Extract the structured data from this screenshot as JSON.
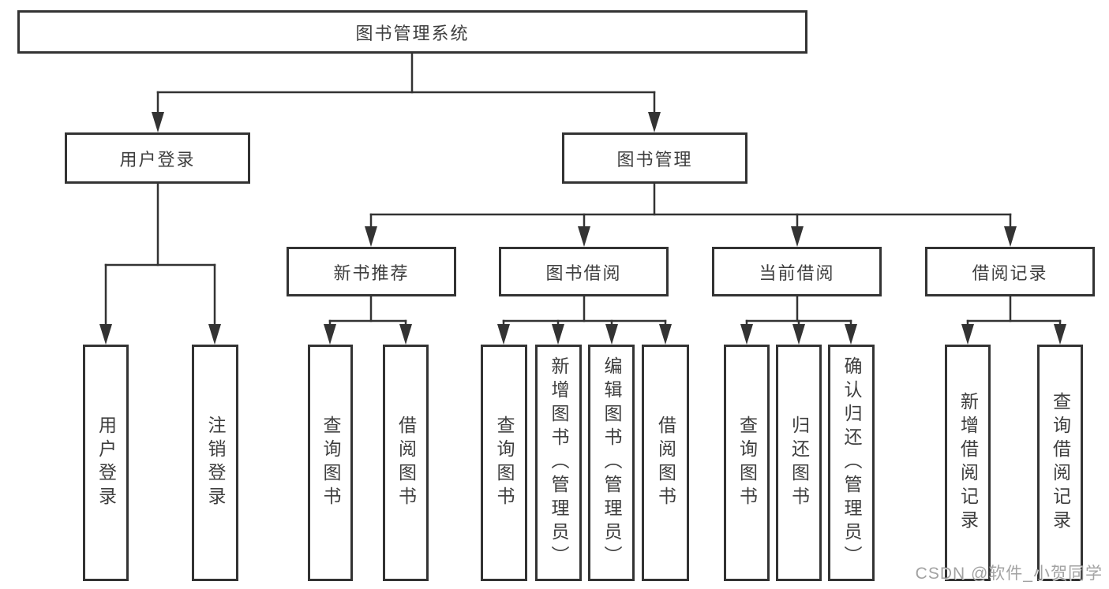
{
  "root": {
    "label": "图书管理系统"
  },
  "branches": [
    {
      "label": "用户登录",
      "children": [
        {
          "label": "用户登录"
        },
        {
          "label": "注销登录"
        }
      ]
    },
    {
      "label": "图书管理",
      "groups": [
        {
          "label": "新书推荐",
          "children": [
            {
              "label": "查询图书"
            },
            {
              "label": "借阅图书"
            }
          ]
        },
        {
          "label": "图书借阅",
          "children": [
            {
              "label": "查询图书"
            },
            {
              "label": "新增图书（管理员）"
            },
            {
              "label": "编辑图书（管理员）"
            },
            {
              "label": "借阅图书"
            }
          ]
        },
        {
          "label": "当前借阅",
          "children": [
            {
              "label": "查询图书"
            },
            {
              "label": "归还图书"
            },
            {
              "label": "确认归还（管理员）"
            }
          ]
        },
        {
          "label": "借阅记录",
          "children": [
            {
              "label": "新增借阅记录"
            },
            {
              "label": "查询借阅记录"
            }
          ]
        }
      ]
    }
  ],
  "watermark": "CSDN @软件_小贺同学"
}
